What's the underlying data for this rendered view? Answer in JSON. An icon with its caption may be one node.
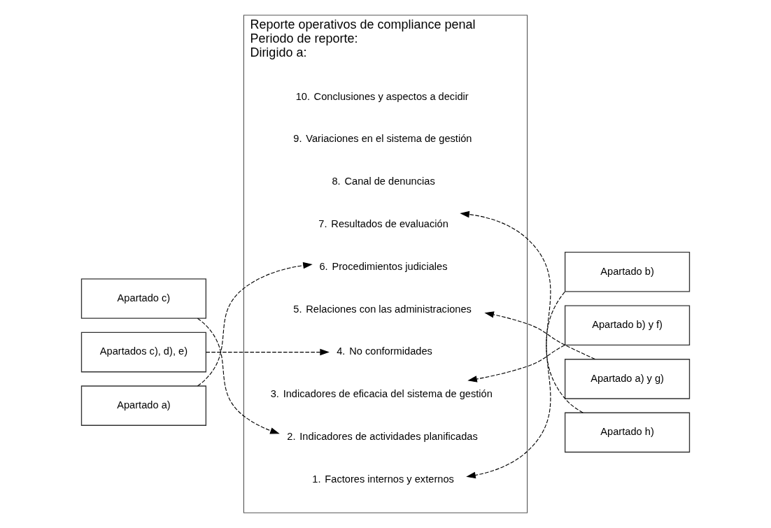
{
  "diagram": {
    "nodes": [
      {
        "text": [
          "Reporte operativos de compliance penal",
          "Periodo de reporte:",
          "Dirigido a:"
        ]
      },
      {
        "text": [
          "1.",
          "Factores internos y externos"
        ],
        "in": 0
      },
      {
        "text": [
          "2.",
          "Indicadores de actividades planificadas"
        ],
        "in": 0
      },
      {
        "text": [
          "3.",
          "Indicadores de eficacia del sistema de gestión"
        ],
        "in": 0
      },
      {
        "text": [
          "4.",
          "No conformidades"
        ],
        "in": 0
      },
      {
        "text": [
          "5.",
          "Relaciones con las administraciones"
        ],
        "in": 0
      },
      {
        "text": [
          "6.",
          "Procedimientos judiciales"
        ],
        "in": 0
      },
      {
        "text": [
          "7.",
          "Resultados de evaluación"
        ],
        "in": 0
      },
      {
        "text": [
          "8.",
          "Canal de denuncias"
        ],
        "in": 0
      },
      {
        "text": [
          "9.",
          "Variaciones en el sistema de gestión"
        ],
        "in": 0
      },
      {
        "text": [
          "10.",
          "Conclusiones y aspectos a decidir"
        ],
        "in": 0
      },
      {
        "text": [
          "Apartado c)"
        ]
      },
      {
        "text": [
          "Apartados c), d), e)"
        ]
      },
      {
        "text": [
          "Apartado a)"
        ]
      },
      {
        "text": [
          "Apartado b)"
        ]
      },
      {
        "text": [
          "Apartado b) y f)"
        ]
      },
      {
        "text": [
          "Apartado a) y g)"
        ]
      },
      {
        "text": [
          "Apartado h)"
        ]
      }
    ],
    "edges": [
      {
        "from": 11,
        "to": 2,
        "arrow": "to",
        "style": "dashed"
      },
      {
        "from": 12,
        "to": 4,
        "arrow": "to",
        "style": "dashed"
      },
      {
        "from": 13,
        "to": 6,
        "arrow": "to",
        "style": "dashed"
      },
      {
        "from": 14,
        "to": 1,
        "arrow": "to",
        "style": "dashed"
      },
      {
        "from": 15,
        "to": 3,
        "arrow": "to",
        "style": "dashed"
      },
      {
        "from": 16,
        "to": 5,
        "arrow": "to",
        "style": "dashed"
      },
      {
        "from": 17,
        "to": 7,
        "arrow": "to",
        "style": "dashed"
      }
    ]
  }
}
